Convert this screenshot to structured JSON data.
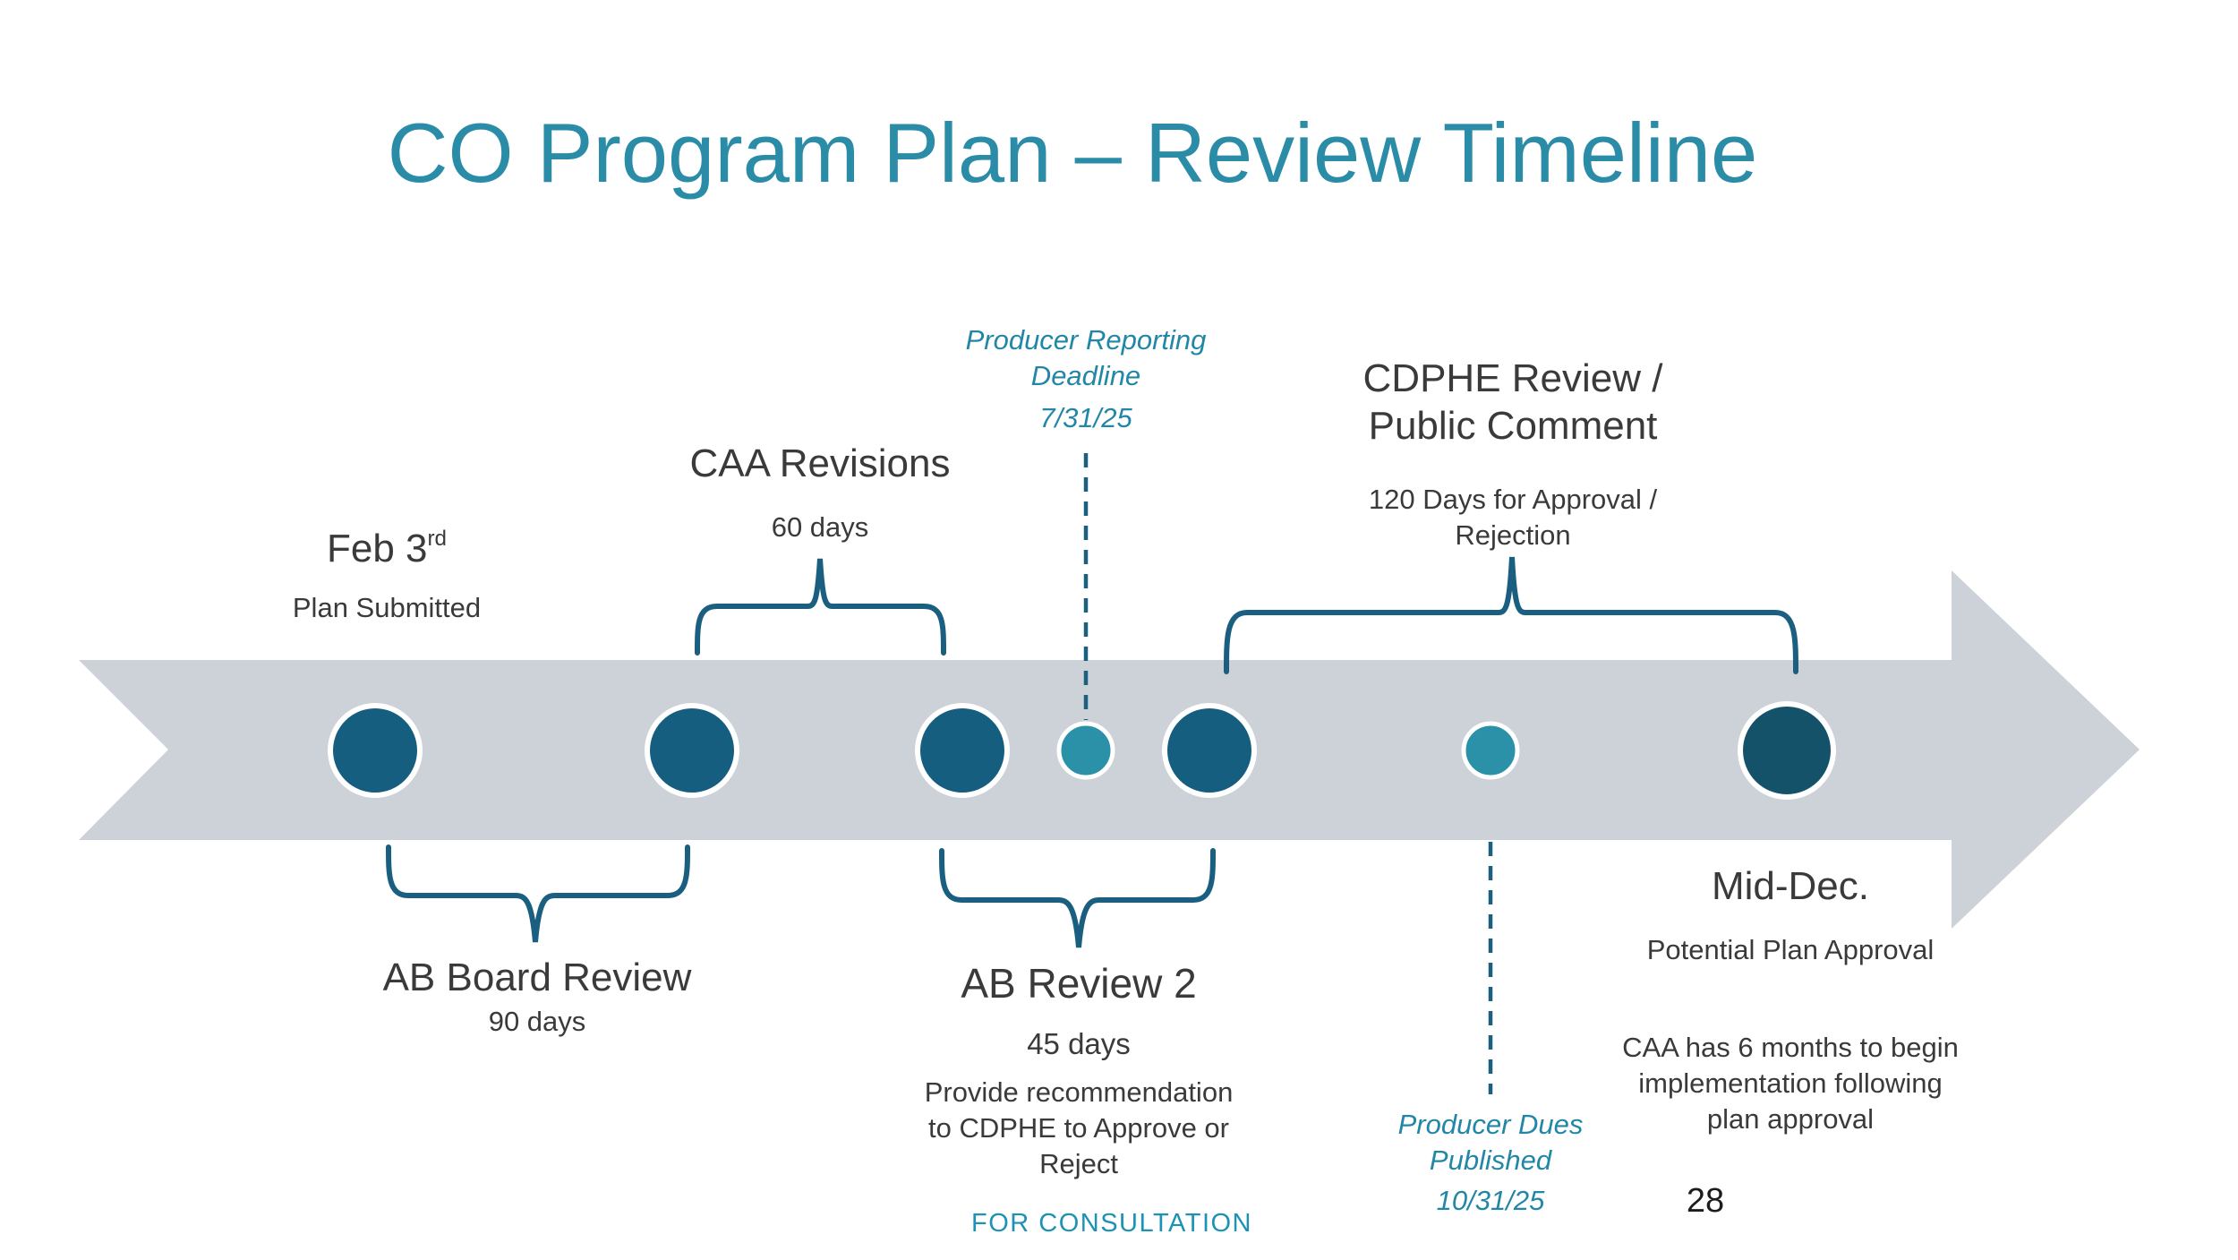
{
  "slide": {
    "title": "CO Program Plan – Review Timeline",
    "footer": "FOR CONSULTATION",
    "page_number": "28"
  },
  "colors": {
    "title_teal": "#2b8ca8",
    "annotation_teal": "#2287a6",
    "footer_teal": "#1c92b4",
    "body_text": "#3a3a3a",
    "arrow_band_gray": "#cdd1d8",
    "milestone_circle": "#165e80",
    "milestone_circle_small": "#2a91a8",
    "milestone_circle_final": "#14526a",
    "brace_and_dash": "#1a5f80"
  },
  "timeline": {
    "above": {
      "plan_submitted": {
        "date": "Feb 3",
        "ordinal": "rd",
        "caption": "Plan Submitted"
      },
      "caa_revisions": {
        "title": "CAA Revisions",
        "duration": "60 days"
      },
      "producer_reporting": {
        "line1": "Producer Reporting",
        "line2": "Deadline",
        "date": "7/31/25"
      },
      "cdphe_review": {
        "title_line1": "CDPHE Review /",
        "title_line2": "Public Comment",
        "sub_line1": "120 Days for Approval /",
        "sub_line2": "Rejection"
      }
    },
    "below": {
      "ab_board_review": {
        "title": "AB Board Review",
        "duration": "90 days"
      },
      "ab_review_2": {
        "title": "AB Review 2",
        "duration": "45 days",
        "desc_line1": "Provide recommendation",
        "desc_line2": "to CDPHE to Approve or",
        "desc_line3": "Reject"
      },
      "producer_dues": {
        "line1": "Producer Dues",
        "line2": "Published",
        "date": "10/31/25"
      },
      "mid_dec": {
        "title": "Mid-Dec.",
        "caption": "Potential Plan Approval",
        "note_line1": "CAA has 6 months to begin",
        "note_line2": "implementation following",
        "note_line3": "plan approval"
      }
    }
  }
}
